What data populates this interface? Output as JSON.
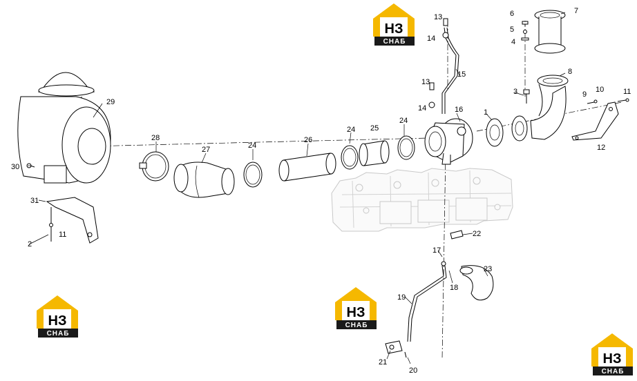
{
  "brand": {
    "primary_color": "#f5b800",
    "dark_color": "#1a1a1a",
    "logo_text_top": "НЗ",
    "logo_text_bottom": "СНАБ"
  },
  "callouts": {
    "c1": "1",
    "c2": "2",
    "c3": "3",
    "c4": "4",
    "c5": "5",
    "c6": "6",
    "c7": "7",
    "c8": "8",
    "c9": "9",
    "c10": "10",
    "c11a": "11",
    "c11b": "11",
    "c12": "12",
    "c13a": "13",
    "c13b": "13",
    "c14a": "14",
    "c14b": "14",
    "c15": "15",
    "c16": "16",
    "c17": "17",
    "c18": "18",
    "c19": "19",
    "c20": "20",
    "c21": "21",
    "c22": "22",
    "c23": "23",
    "c24a": "24",
    "c24b": "24",
    "c24c": "24",
    "c25": "25",
    "c26": "26",
    "c27": "27",
    "c28": "28",
    "c29": "29",
    "c30": "30",
    "c31": "31"
  }
}
